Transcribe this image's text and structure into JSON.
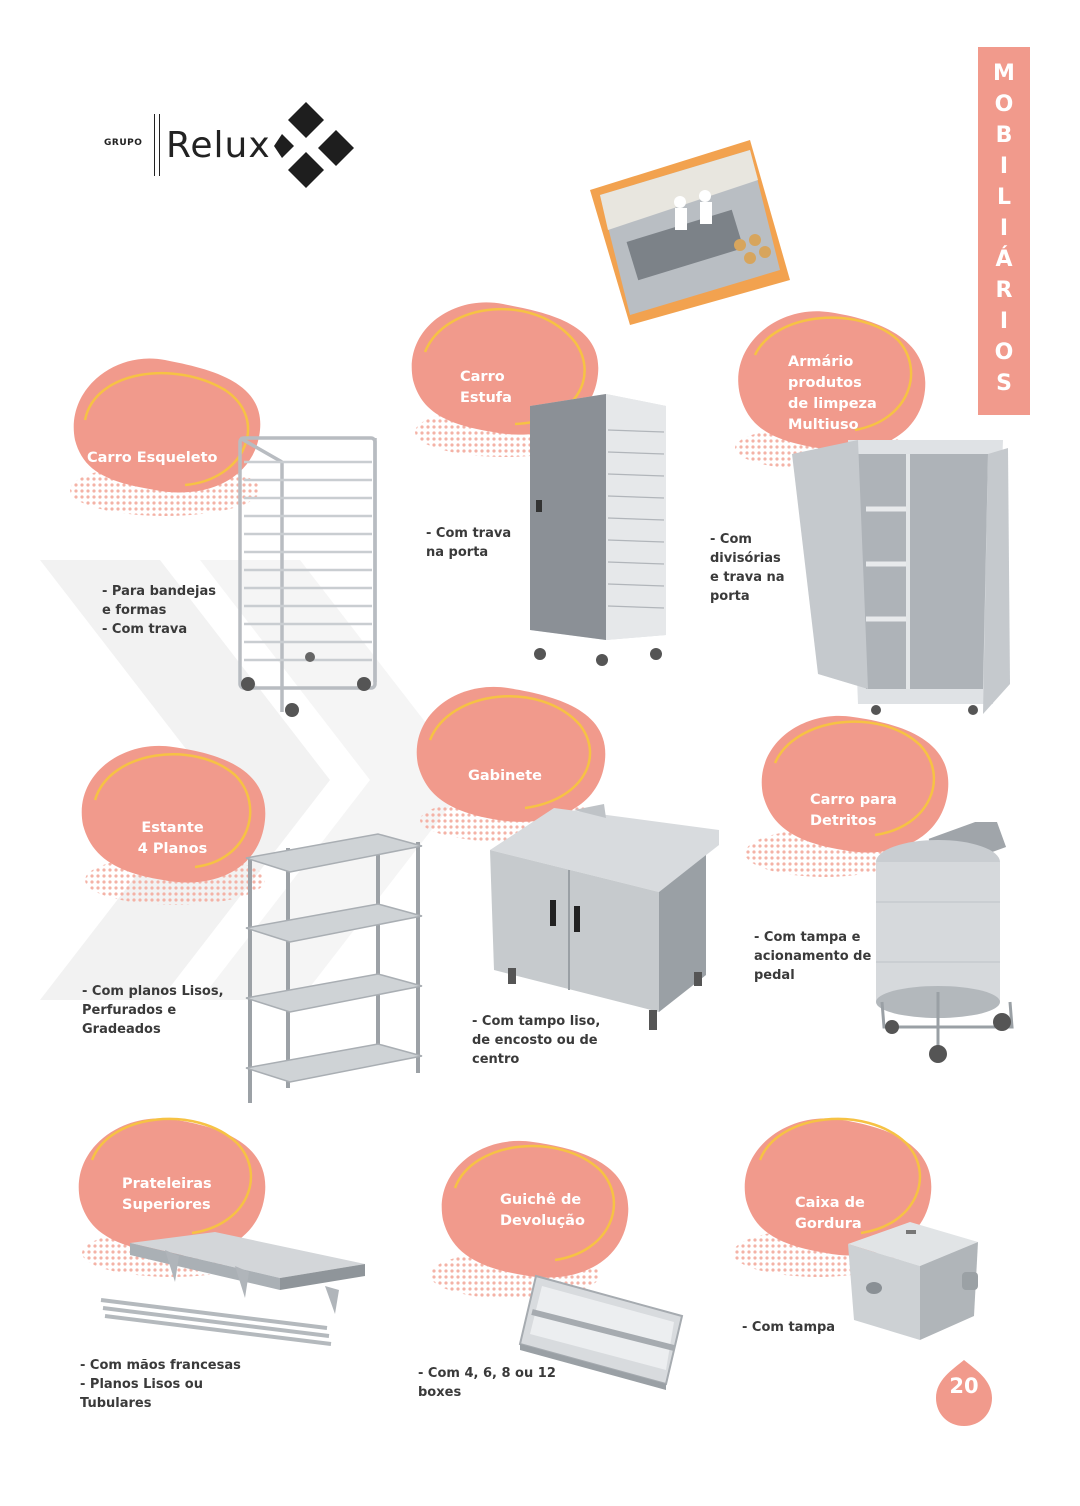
{
  "logo": {
    "group": "GRUPO",
    "name": "Relux"
  },
  "side_title": "MOBILIÁRIOS",
  "page_number": "20",
  "colors": {
    "salmon": "#f19a8c",
    "yellow": "#f6c244",
    "dot": "#f4b2a6",
    "orange": "#f2a24f",
    "steel": "#c9cdd1"
  },
  "products": [
    {
      "title": "Carro Esqueleto",
      "description": [
        "- Para bandejas",
        "e formas",
        "- Com trava"
      ]
    },
    {
      "title": [
        "Carro",
        "Estufa"
      ],
      "description": [
        "- Com trava",
        "na porta"
      ]
    },
    {
      "title": [
        "Armário",
        "produtos",
        "de limpeza",
        "Multiuso"
      ],
      "description": [
        "- Com",
        "divisórias",
        "e trava na",
        "porta"
      ]
    },
    {
      "title": [
        "Estante",
        "4 Planos"
      ],
      "description": [
        "- Com planos Lisos,",
        "Perfurados e",
        "Gradeados"
      ]
    },
    {
      "title": "Gabinete",
      "description": [
        "- Com tampo liso,",
        "de encosto ou de",
        "centro"
      ]
    },
    {
      "title": [
        "Carro para",
        "Detritos"
      ],
      "description": [
        "- Com tampa e",
        "acionamento de",
        "pedal"
      ]
    },
    {
      "title": [
        "Prateleiras",
        "Superiores"
      ],
      "description": [
        "- Com mãos francesas",
        "- Planos Lisos ou",
        "Tubulares"
      ]
    },
    {
      "title": [
        "Guichê de",
        "Devolução"
      ],
      "description": [
        "- Com 4, 6, 8 ou 12",
        "boxes"
      ]
    },
    {
      "title": [
        "Caixa de",
        "Gordura"
      ],
      "description": [
        "- Com tampa"
      ]
    }
  ]
}
